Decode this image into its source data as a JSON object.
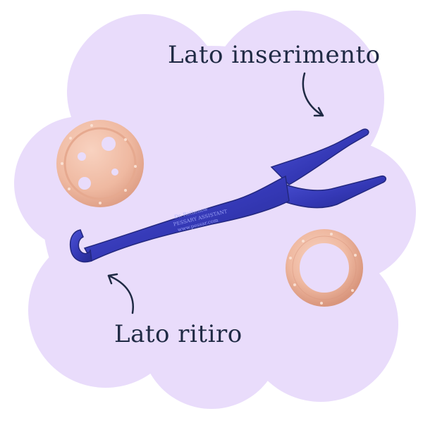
{
  "labels": {
    "insertion_side": "Lato inserimento",
    "removal_side": "Lato ritiro"
  },
  "tool": {
    "engraving_line1": "Dr. Rathenow",
    "engraving_line2": "PESSARY ASSISTANT",
    "engraving_line3": "www.pessar.com"
  },
  "colors": {
    "background_blob": "#e9dcfb",
    "tool_blue": "#3a3fc0",
    "pessary_skin": "#efb9a1",
    "label_text": "#1f2a44"
  },
  "icons": {
    "arrow_to_insert": "curved-arrow-down-right",
    "arrow_to_remove": "curved-arrow-up-left"
  }
}
